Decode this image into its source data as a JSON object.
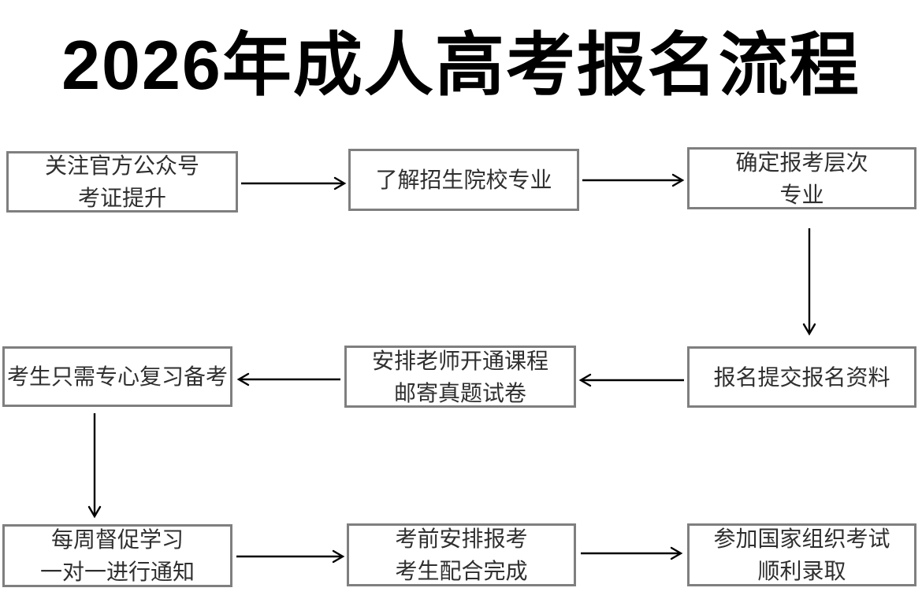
{
  "title": "2026年成人高考报名流程",
  "flow": {
    "steps": [
      {
        "id": 1,
        "line1": "关注官方公众号",
        "line2": "考证提升"
      },
      {
        "id": 2,
        "line1": "了解招生院校专业",
        "line2": ""
      },
      {
        "id": 3,
        "line1": "确定报考层次",
        "line2": "专业"
      },
      {
        "id": 4,
        "line1": "报名提交报名资料",
        "line2": ""
      },
      {
        "id": 5,
        "line1": "安排老师开通课程",
        "line2": "邮寄真题试卷"
      },
      {
        "id": 6,
        "line1": "考生只需专心复习备考",
        "line2": ""
      },
      {
        "id": 7,
        "line1": "每周督促学习",
        "line2": "一对一进行通知"
      },
      {
        "id": 8,
        "line1": "考前安排报考",
        "line2": "考生配合完成"
      },
      {
        "id": 9,
        "line1": "参加国家组织考试",
        "line2": "顺利录取"
      }
    ],
    "connections": [
      {
        "from": 1,
        "to": 2,
        "direction": "right"
      },
      {
        "from": 2,
        "to": 3,
        "direction": "right"
      },
      {
        "from": 3,
        "to": 4,
        "direction": "down"
      },
      {
        "from": 4,
        "to": 5,
        "direction": "left"
      },
      {
        "from": 5,
        "to": 6,
        "direction": "left"
      },
      {
        "from": 6,
        "to": 7,
        "direction": "down"
      },
      {
        "from": 7,
        "to": 8,
        "direction": "right"
      },
      {
        "from": 8,
        "to": 9,
        "direction": "right"
      }
    ]
  },
  "colors": {
    "background": "#ffffff",
    "title_text": "#000000",
    "box_border": "#7f7f7f",
    "box_text": "#2f2f2f",
    "arrow": "#000000"
  }
}
